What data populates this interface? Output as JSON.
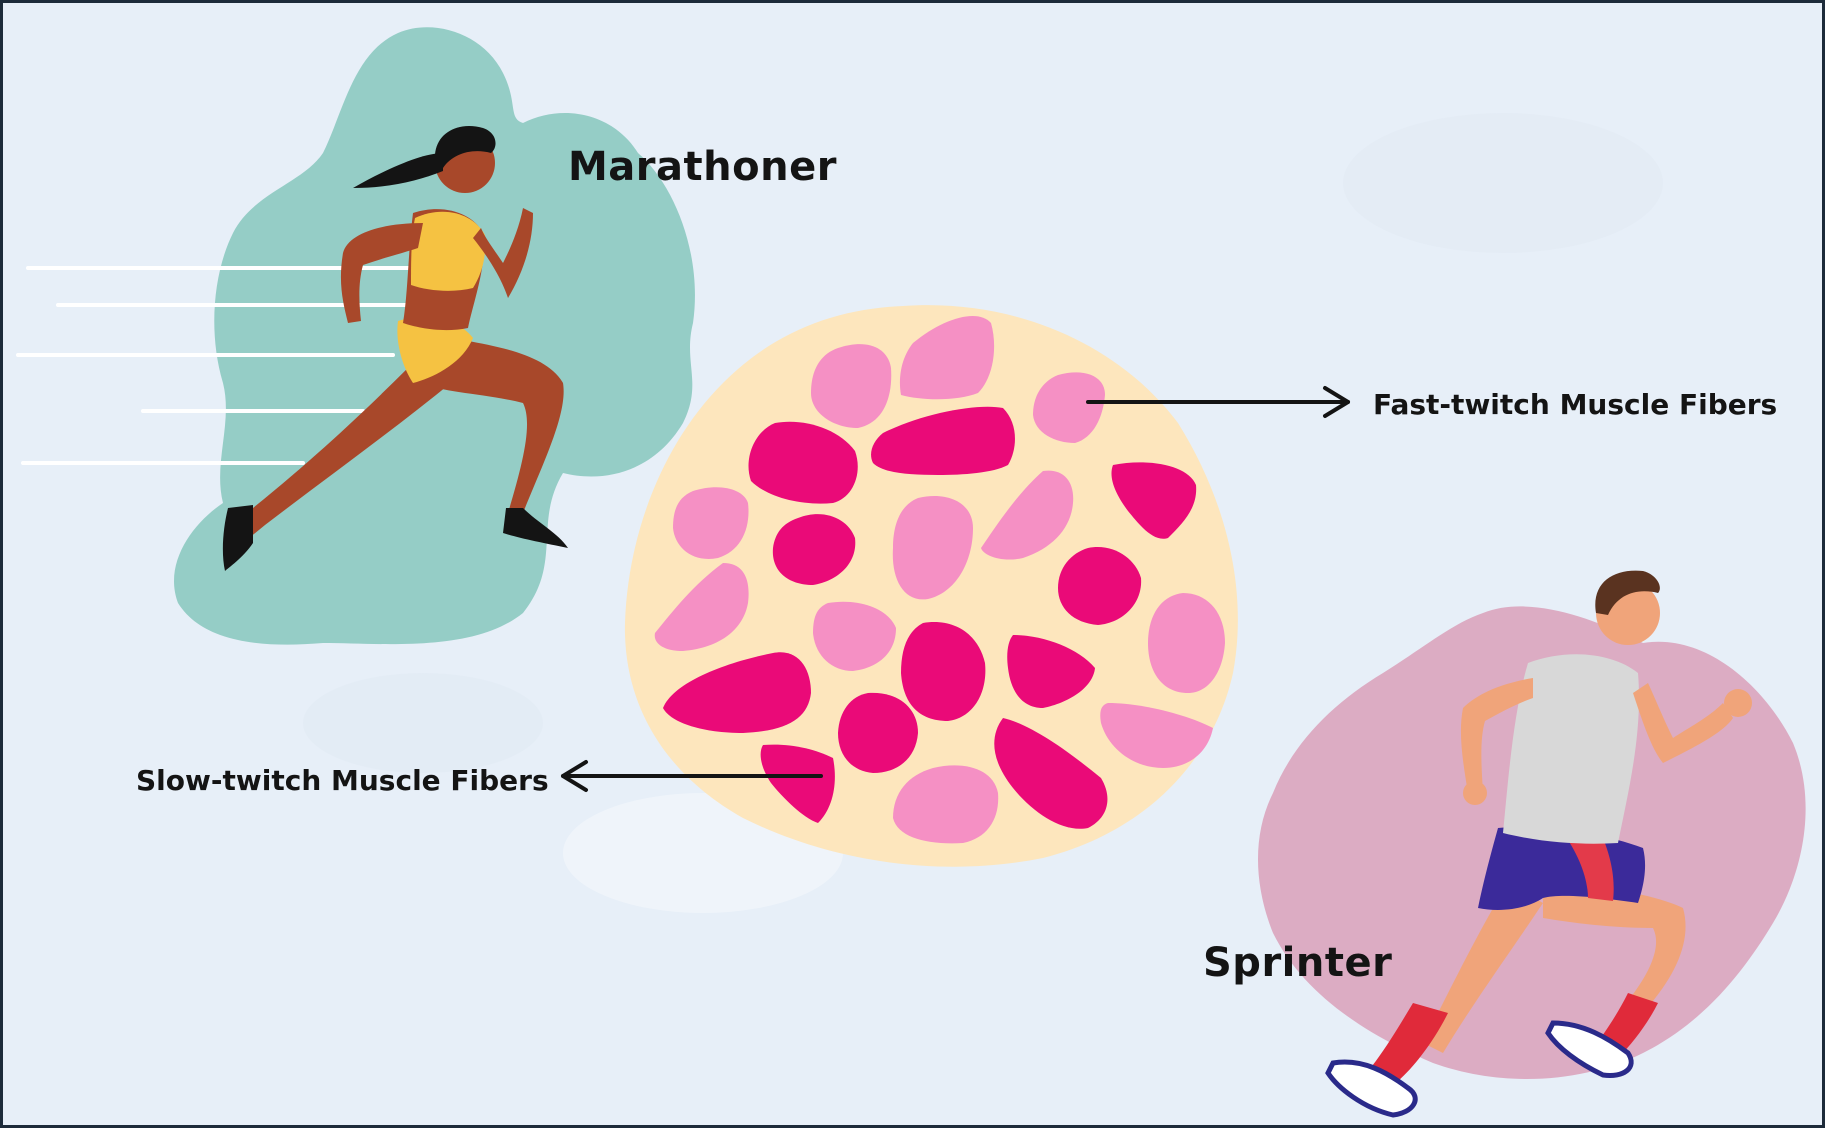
{
  "labels": {
    "marathoner": "Marathoner",
    "sprinter": "Sprinter",
    "fast_twitch": "Fast-twitch Muscle Fibers",
    "slow_twitch": "Slow-twitch Muscle Fibers"
  },
  "colors": {
    "background": "#e7eff8",
    "cell": "#fde6bd",
    "fast_fiber": "#f590c4",
    "slow_fiber": "#ea0a78",
    "marathoner_splash": "#86c7bd",
    "sprinter_splash": "#d99bb5"
  },
  "icons": [
    "marathoner-runner-figure",
    "sprinter-runner-figure",
    "arrow-right-icon",
    "arrow-left-icon"
  ]
}
